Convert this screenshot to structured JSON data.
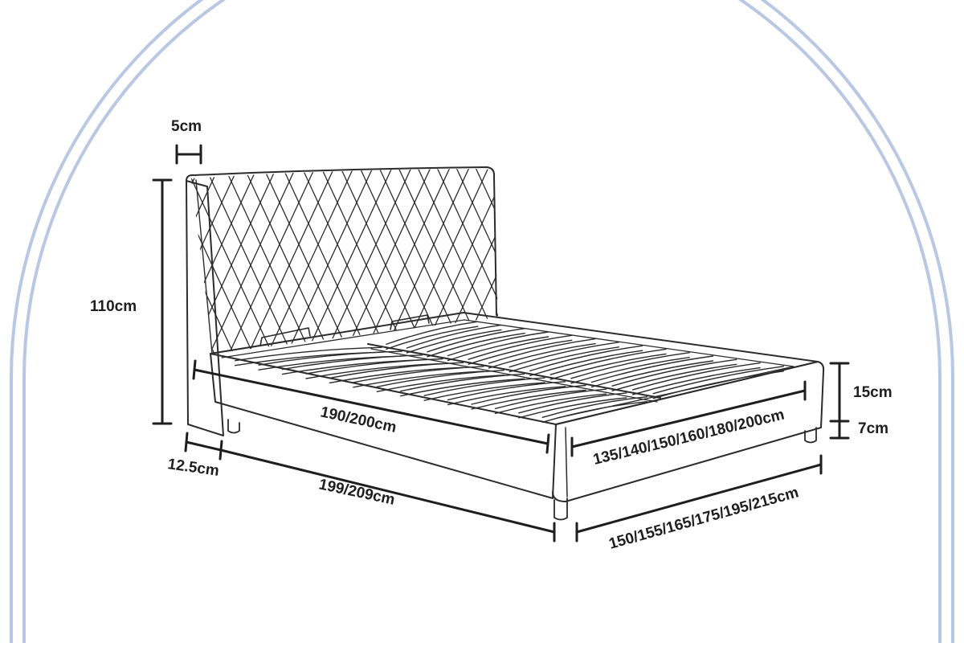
{
  "colors": {
    "arch": "#b9c7e2",
    "line": "#2b2b2b",
    "background": "#ffffff"
  },
  "labels": {
    "headboard_thickness": "5cm",
    "headboard_height": "110cm",
    "side_depth": "12.5cm",
    "inner_length": "190/200cm",
    "outer_length": "199/209cm",
    "inner_width": "135/140/150/160/180/200cm",
    "outer_width": "150/155/165/175/195/215cm",
    "frame_height": "15cm",
    "leg_height": "7cm"
  }
}
